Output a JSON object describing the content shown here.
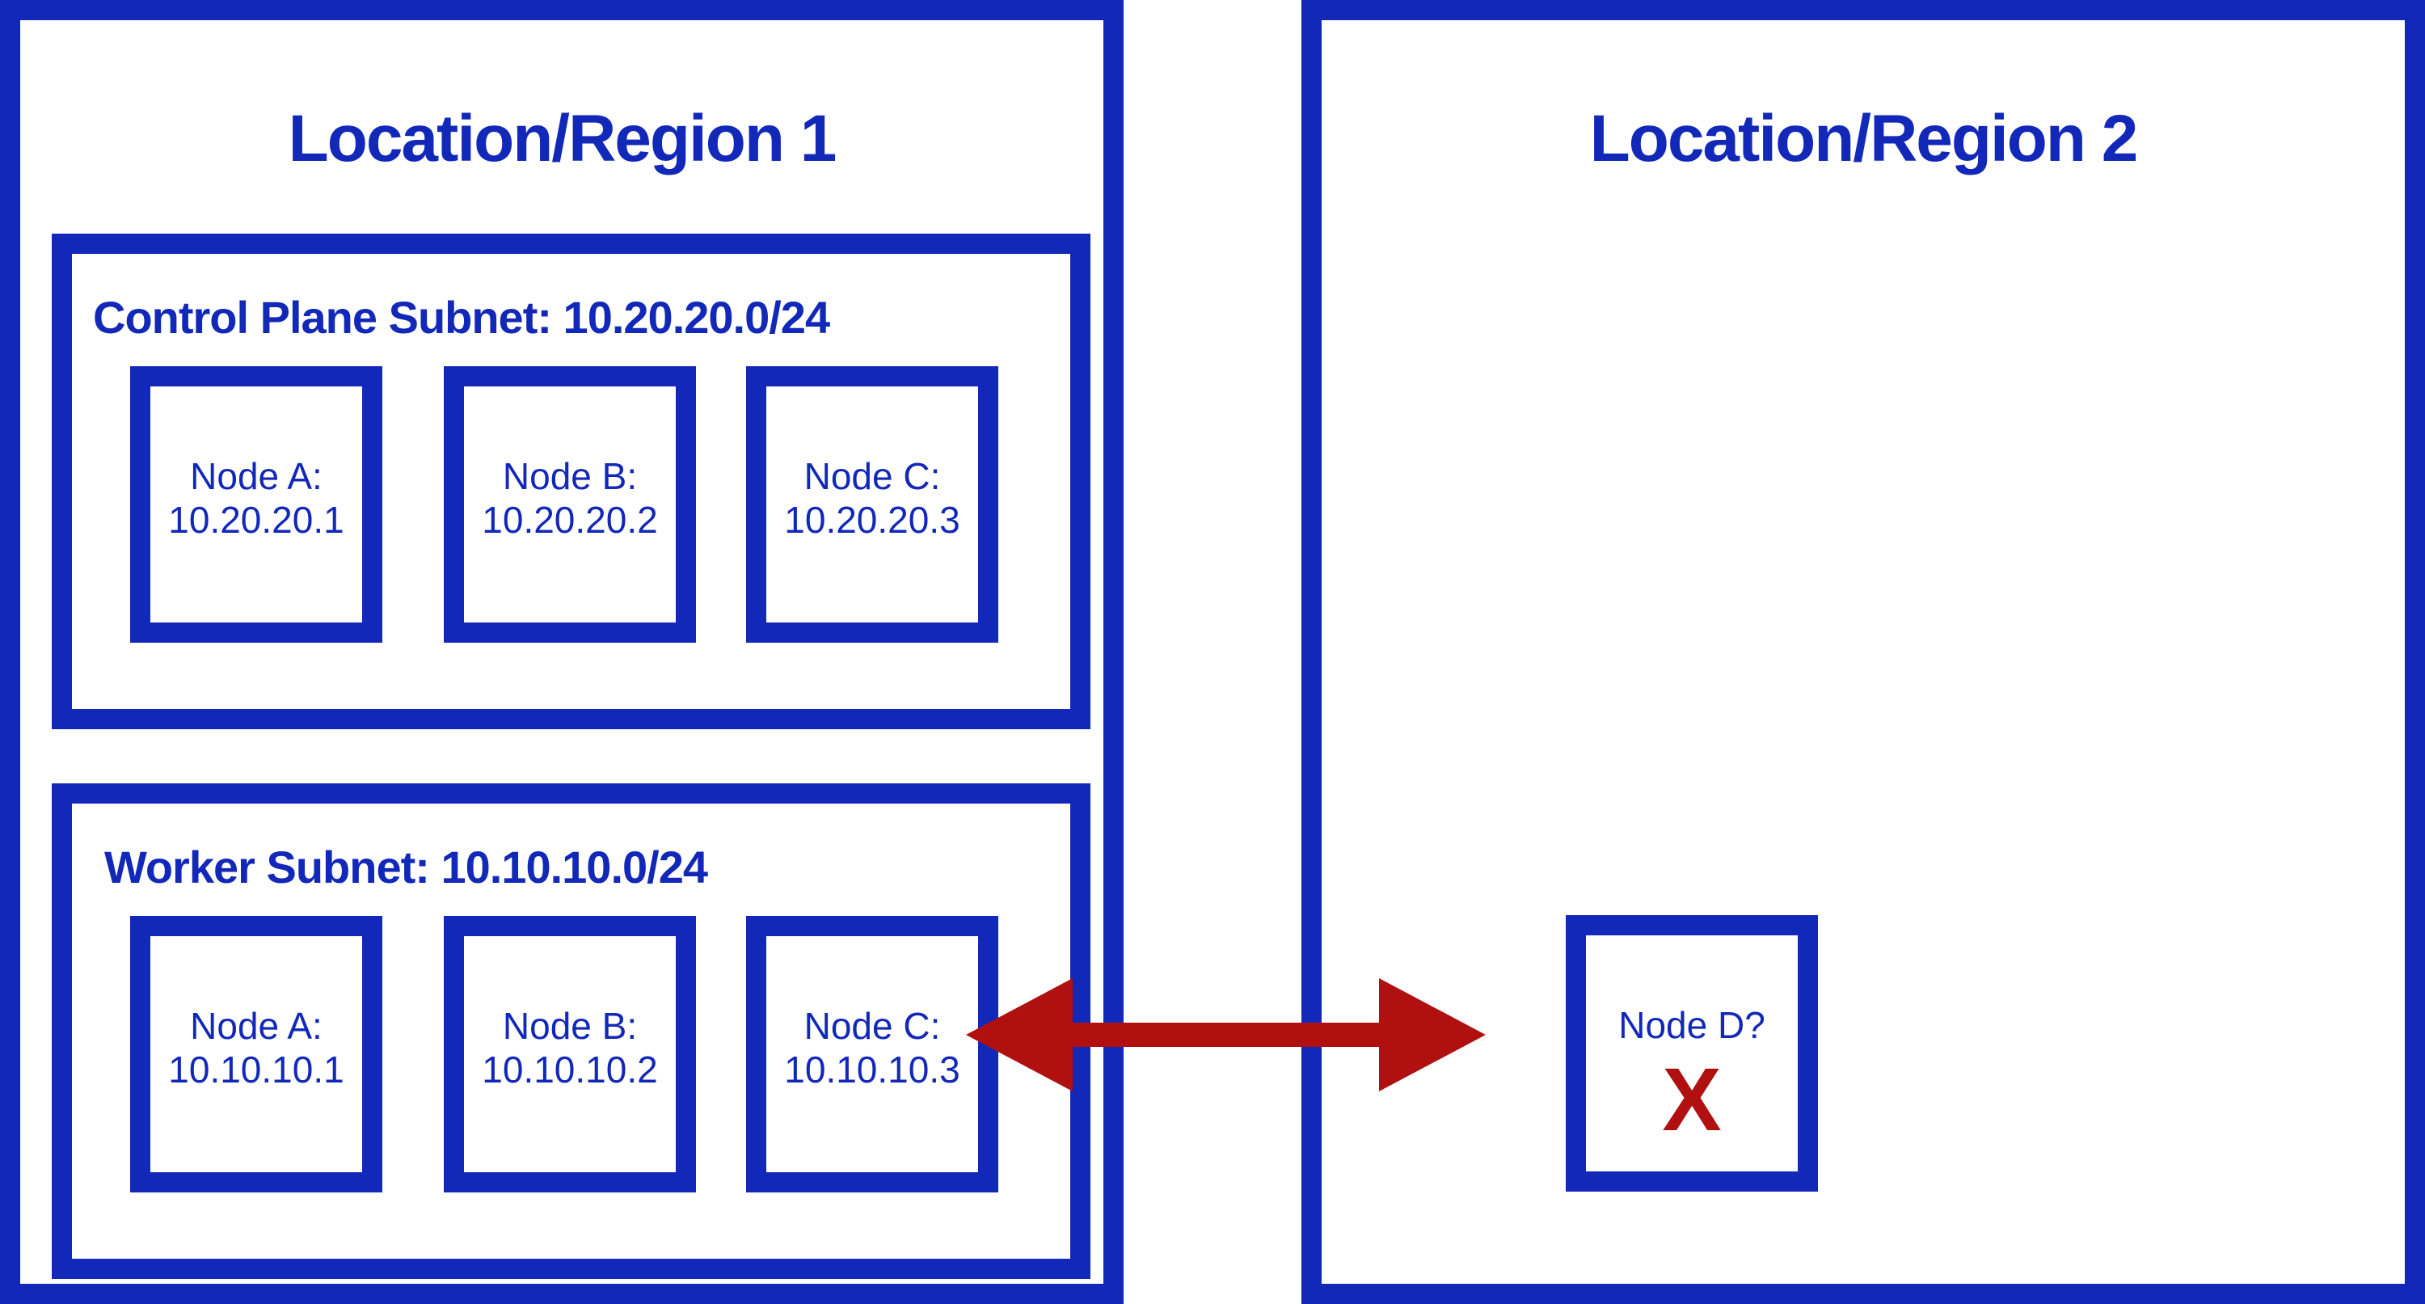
{
  "colors": {
    "primary": "#1228b8",
    "accent": "#b01010",
    "background": "#ffffff"
  },
  "region1": {
    "title": "Location/Region 1",
    "control_plane": {
      "title": "Control Plane Subnet: 10.20.20.0/24",
      "nodes": [
        {
          "name": "Node A:",
          "ip": "10.20.20.1"
        },
        {
          "name": "Node B:",
          "ip": "10.20.20.2"
        },
        {
          "name": "Node C:",
          "ip": "10.20.20.3"
        }
      ]
    },
    "worker": {
      "title": "Worker Subnet: 10.10.10.0/24",
      "nodes": [
        {
          "name": "Node A:",
          "ip": "10.10.10.1"
        },
        {
          "name": "Node B:",
          "ip": "10.10.10.2"
        },
        {
          "name": "Node C:",
          "ip": "10.10.10.3"
        }
      ]
    }
  },
  "region2": {
    "title": "Location/Region 2",
    "node": {
      "name": "Node D?",
      "mark": "X"
    }
  },
  "connection": {
    "type": "bidirectional-arrow",
    "from": "worker-node-c",
    "to": "node-d",
    "icon": "double-headed-arrow-icon"
  }
}
